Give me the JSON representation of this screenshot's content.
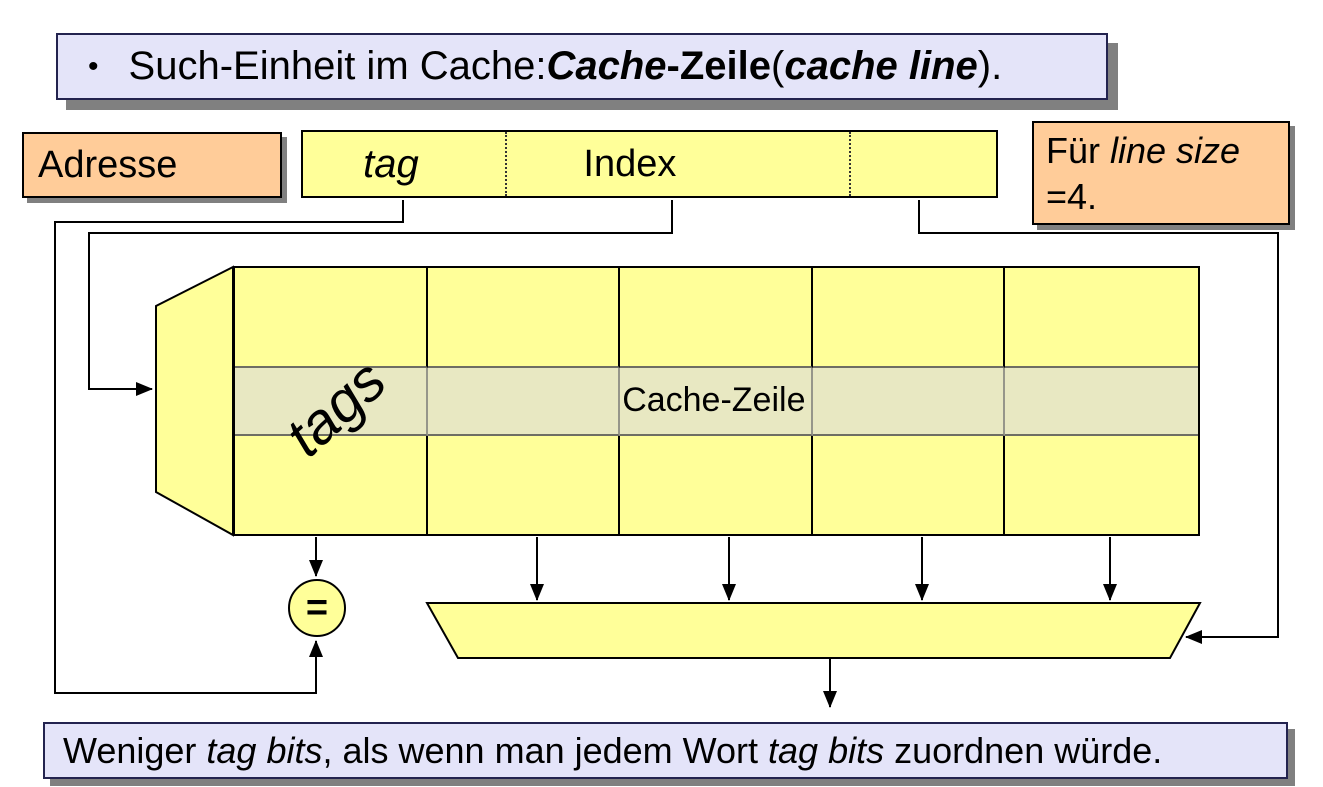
{
  "slide": {
    "title": {
      "bullet": "•",
      "part1": "Such-Einheit im Cache: ",
      "part2": "Cache",
      "part3": "-Zeile",
      "part4": " (",
      "part5": "cache line",
      "part6": ")."
    },
    "address_label": "Adresse",
    "address_field": {
      "tag_label": "tag",
      "index_label": "Index"
    },
    "line_size_note": {
      "line1_prefix": "Für ",
      "line1_italic": "line size",
      "line2": "=4."
    },
    "cache_array": {
      "rows": 3,
      "columns": 5,
      "tags_label": "tags",
      "cache_line_label": "Cache-Zeile"
    },
    "comparator_symbol": "=",
    "bottom_note": {
      "part1": "Weniger ",
      "part2": "tag bits",
      "part3": ", als wenn man jedem Wort ",
      "part4": "tag bits",
      "part5": " zuordnen würde."
    },
    "colors": {
      "box_yellow": "#ffff99",
      "box_orange": "#ffcc99",
      "box_lavender": "#e4e4f9",
      "highlight_row": "#e8e8c2",
      "shadow_gray": "#808080",
      "line_black": "#000000"
    }
  }
}
